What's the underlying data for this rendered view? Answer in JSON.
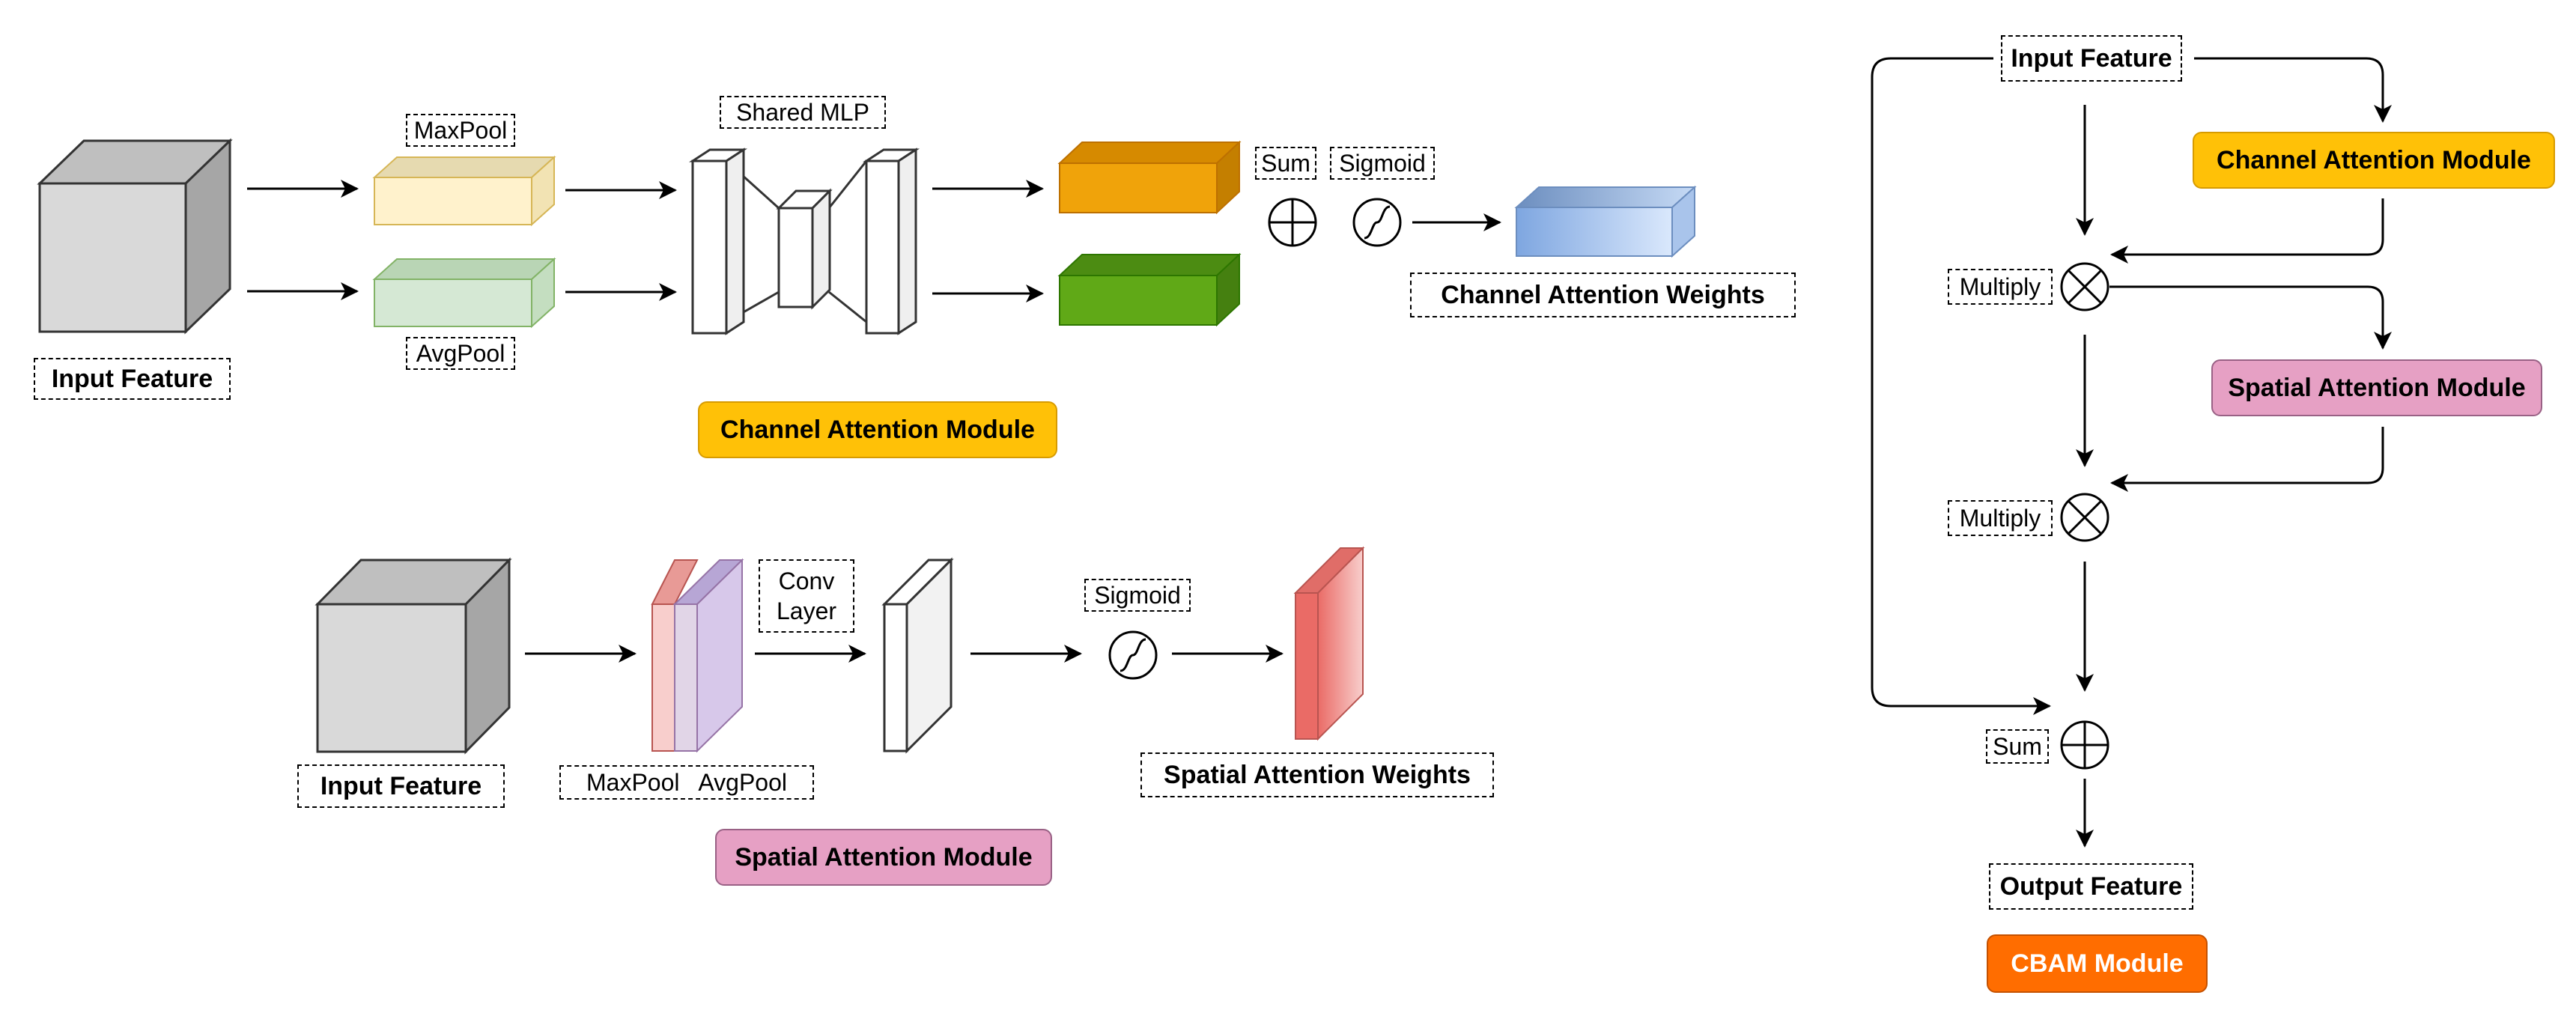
{
  "channel": {
    "input_label": "Input Feature",
    "maxpool_label": "MaxPool",
    "avgpool_label": "AvgPool",
    "mlp_label": "Shared MLP",
    "sum_label": "Sum",
    "sigmoid_label": "Sigmoid",
    "weights_label": "Channel Attention Weights",
    "module_label": "Channel Attention Module"
  },
  "spatial": {
    "input_label": "Input Feature",
    "conv_label_line1": "Conv",
    "conv_label_line2": "Layer",
    "pool_label": "MaxPool   AvgPool",
    "sigmoid_label": "Sigmoid",
    "weights_label": "Spatial Attention Weights",
    "module_label": "Spatial Attention Module"
  },
  "cbam": {
    "input_label": "Input Feature",
    "channel_module_label": "Channel Attention Module",
    "spatial_module_label": "Spatial Attention Module",
    "multiply_label_1": "Multiply",
    "multiply_label_2": "Multiply",
    "sum_label": "Sum",
    "output_label": "Output Feature",
    "module_label": "CBAM Module"
  },
  "colors": {
    "channel_accent": "#FFC107",
    "spatial_accent": "#E6A0C4",
    "cbam_accent": "#FF6D00",
    "maxpool_block": "#FFF2CC",
    "avgpool_block": "#D5E8D4",
    "orange_block": "#F0A30A",
    "green_block": "#60A917",
    "blue_block": "#7EA6E0",
    "red_block": "#EA6B66",
    "gray_cube": "#D9D9D9"
  }
}
